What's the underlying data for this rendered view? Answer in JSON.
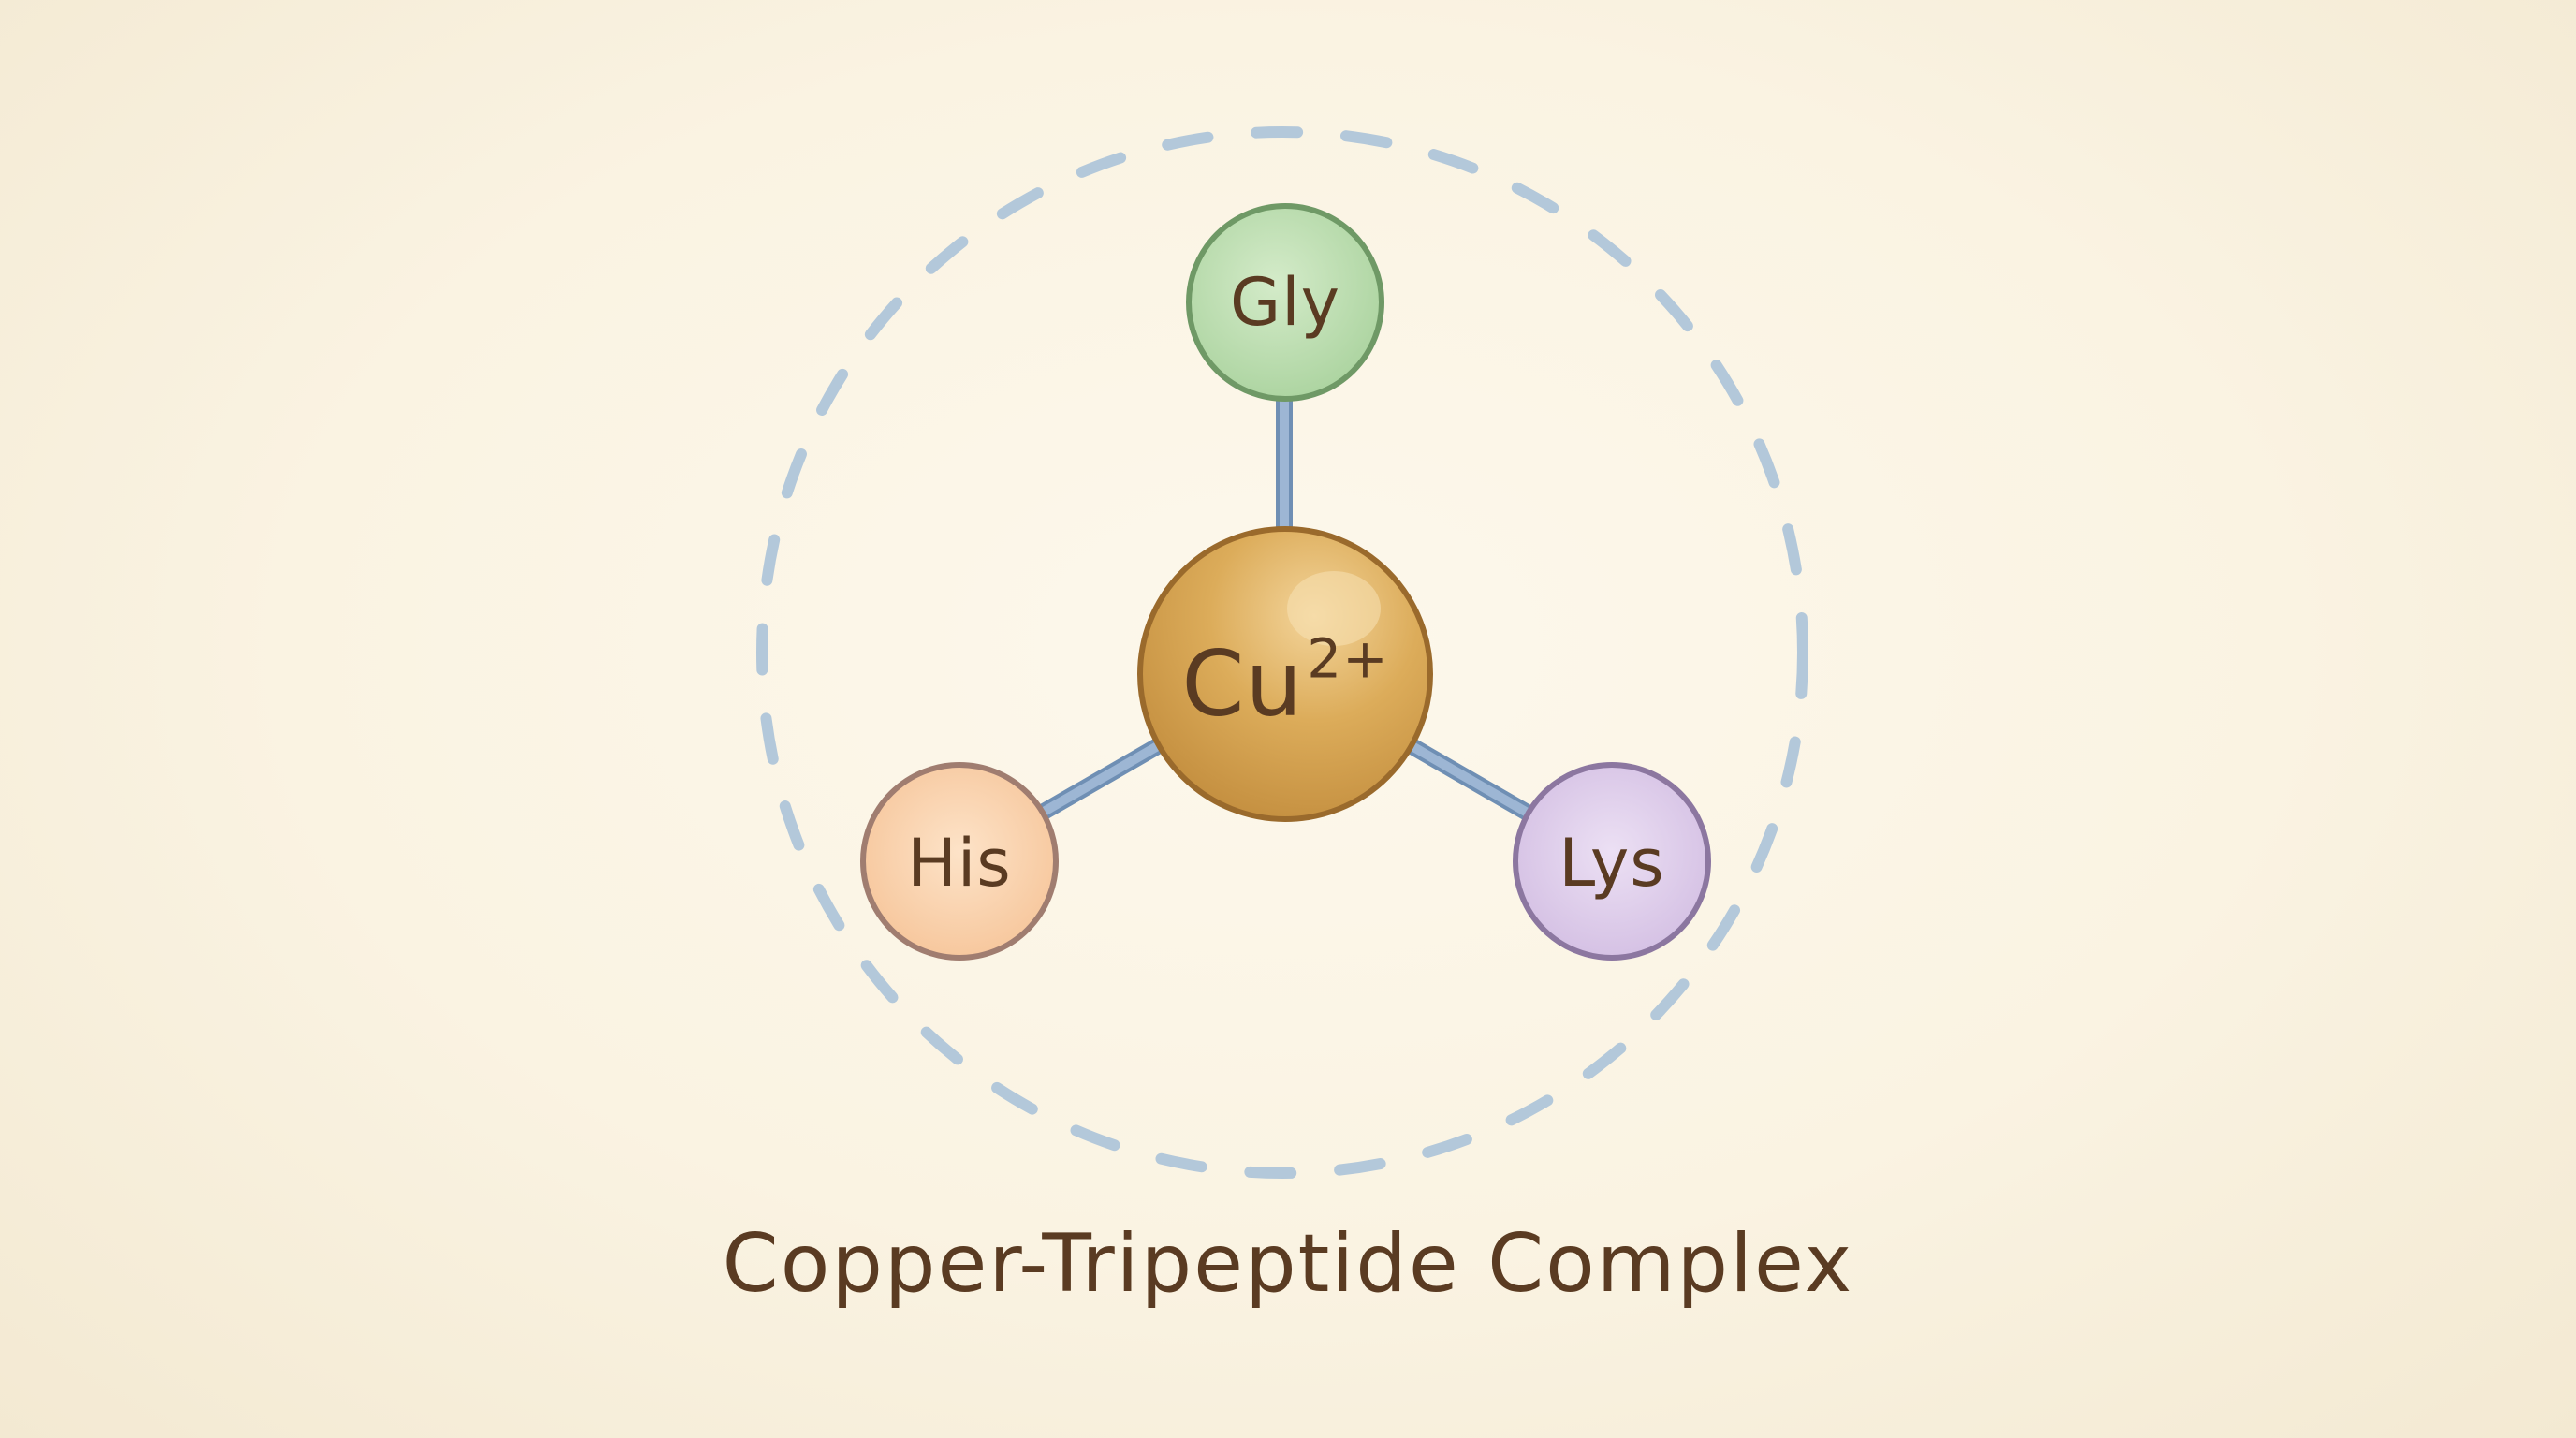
{
  "diagram": {
    "title": "Copper-Tripeptide Complex",
    "center": {
      "symbol": "Cu",
      "charge": "2+",
      "color": "#d4a04a",
      "stroke": "#9a6a2c"
    },
    "ligands": [
      {
        "id": "gly",
        "label": "Gly",
        "position": "top",
        "color": "#b9dcae",
        "stroke": "#6f9966"
      },
      {
        "id": "his",
        "label": "His",
        "position": "bottom-left",
        "color": "#f8cfa6",
        "stroke": "#a07d70"
      },
      {
        "id": "lys",
        "label": "Lys",
        "position": "bottom-right",
        "color": "#dccbe9",
        "stroke": "#8c77a0"
      }
    ],
    "bond_color": "#8ba7c9",
    "boundary": {
      "style": "dashed",
      "color": "#b3c8da"
    }
  }
}
